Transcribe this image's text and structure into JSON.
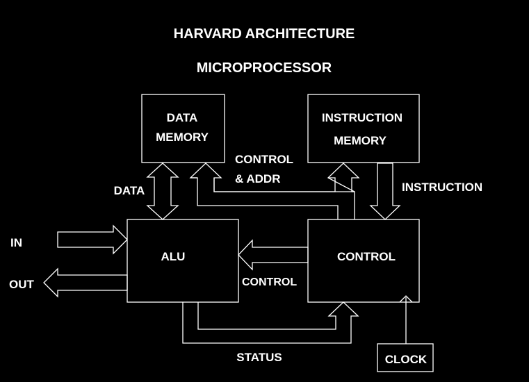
{
  "title_line1": "HARVARD ARCHITECTURE",
  "title_line2": "MICROPROCESSOR",
  "blocks": {
    "data_memory": [
      "DATA",
      "MEMORY"
    ],
    "instruction_memory": [
      "INSTRUCTION",
      "MEMORY"
    ],
    "alu": "ALU",
    "control": "CONTROL",
    "clock": "CLOCK"
  },
  "labels": {
    "data": "DATA",
    "control_addr": [
      "CONTROL",
      "& ADDR"
    ],
    "instruction": "INSTRUCTION",
    "in": "IN",
    "out": "OUT",
    "control_signal": "CONTROL",
    "status": "STATUS"
  },
  "colors": {
    "background": "#000000",
    "foreground": "#ffffff"
  }
}
